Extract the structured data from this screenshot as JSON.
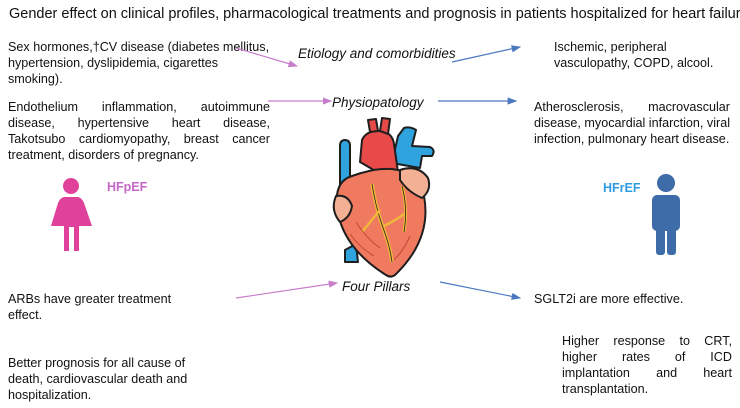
{
  "title": "Gender effect on clinical profiles, pharmacological treatments and prognosis in patients hospitalized for heart failure",
  "sections": {
    "etiology": "Etiology and comorbidities",
    "physiopathology": "Physiopatology",
    "pillars": "Four Pillars"
  },
  "left": {
    "etiology": "Sex hormones,†CV disease (diabetes mellitus, hypertension, dyslipidemia, cigarettes smoking).",
    "physiopathology": "Endothelium inflammation, autoimmune disease, hypertensive heart disease, Takotsubo cardiomyopathy, breast cancer treatment, disorders of pregnancy.",
    "pillars": "ARBs have greater treatment effect.",
    "prognosis": "Better prognosis for all cause of death, cardiovascular death and hospitalization."
  },
  "right": {
    "etiology": "Ischemic, peripheral vasculopathy, COPD, alcool.",
    "physiopathology": "Atherosclerosis, macrovascular disease, myocardial infarction, viral infection, pulmonary heart disease.",
    "pillars": "SGLT2i are more effective.",
    "prognosis": "Higher response to CRT, higher rates of ICD implantation and heart transplantation."
  },
  "labels": {
    "female": "HFpEF",
    "male": "HFrEF"
  },
  "colors": {
    "female": "#e0419a",
    "female_label": "#c467c6",
    "male": "#3d6ca8",
    "male_label": "#2f9ce0",
    "female_arrow": "#c77dc9",
    "male_arrow": "#4c78c0"
  },
  "icons": [
    "female-figure-icon",
    "heart-illustration-icon",
    "male-figure-icon"
  ]
}
